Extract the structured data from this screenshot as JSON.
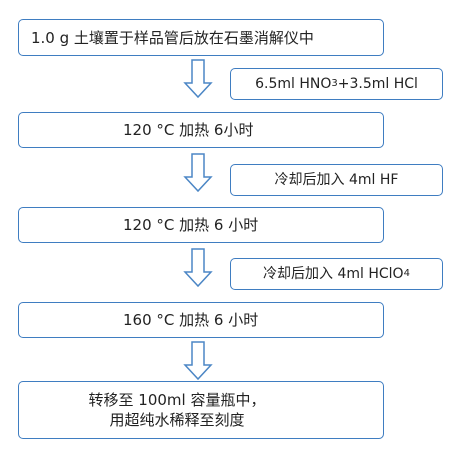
{
  "steps": [
    "1.0 g 土壤置于样品管后放在石墨消解仪中",
    "120 °C 加热 6小时",
    "120 °C 加热 6 小时",
    "160 °C 加热 6 小时",
    "转移至 100ml 容量瓶中，",
    "用超纯水稀释至刻度"
  ],
  "reagents": {
    "r1_prefix": "6.5ml HNO",
    "r1_sub": "3",
    "r1_suffix": "+3.5ml HCl",
    "r2": "冷却后加入 4ml HF",
    "r3_prefix": "冷却后加入 4ml HClO",
    "r3_sub": "4"
  },
  "colors": {
    "border": "#3f7dc1",
    "arrow_stroke": "#4b86c5"
  },
  "icons": [
    "down-arrow-icon"
  ]
}
